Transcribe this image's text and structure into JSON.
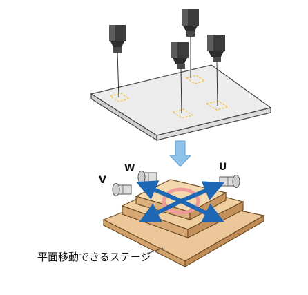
{
  "labels": {
    "axis_v": "V",
    "axis_w": "W",
    "axis_u": "U",
    "caption": "平面移動できるステージ"
  },
  "colors": {
    "plate": "#ececec",
    "camera_body": "#3b3b3b",
    "fov_marker": "#f2c240",
    "down_arrow": "#8ec3ec",
    "stage_wood": "#ecc79a",
    "motion_arrow": "#1d67b4",
    "rotation_ring": "#f09a9a",
    "actuator": "#dedede"
  },
  "icons": {
    "cameras": "camera-icon",
    "transition": "down-arrow-icon",
    "motion": "move-arrows-icon",
    "rotation": "rotation-ring-icon"
  }
}
